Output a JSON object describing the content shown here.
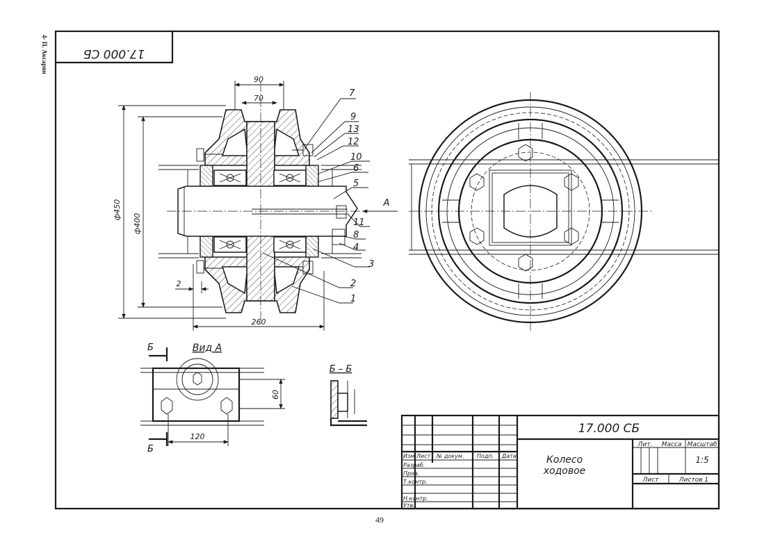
{
  "side_label": "4- П. Аксарин",
  "page_number": "49",
  "corner_code": "17.000 СБ",
  "dims": {
    "d90": "90",
    "d70": "70",
    "d450": "ф450",
    "d400": "ф400",
    "d2": "2",
    "d260": "260",
    "d60": "60",
    "d120": "120"
  },
  "callouts": [
    "7",
    "9",
    "13",
    "12",
    "10",
    "6",
    "5",
    "11",
    "8",
    "4",
    "3",
    "2",
    "1"
  ],
  "arrow_label": "А",
  "view_a_label": "Вид А",
  "section_mark": "Б",
  "section_label": "Б – Б",
  "title_block": {
    "doc_code": "17.000 СБ",
    "name_line1": "Колесо",
    "name_line2": "ходовое",
    "col_izm": "Изм",
    "col_list": "Лист",
    "col_doc": "№ докум.",
    "col_sign": "Подп.",
    "col_date": "Дата",
    "row_razrab": "Разраб.",
    "row_prov": "Пров.",
    "row_tkontr": "Т.контр.",
    "row_nkontr": "Н.контр.",
    "row_utv": "Утв.",
    "lit": "Лит.",
    "mass": "Масса",
    "scale_head": "Масштаб",
    "scale": "1:5",
    "sheet": "Лист",
    "sheets": "Листов 1"
  }
}
